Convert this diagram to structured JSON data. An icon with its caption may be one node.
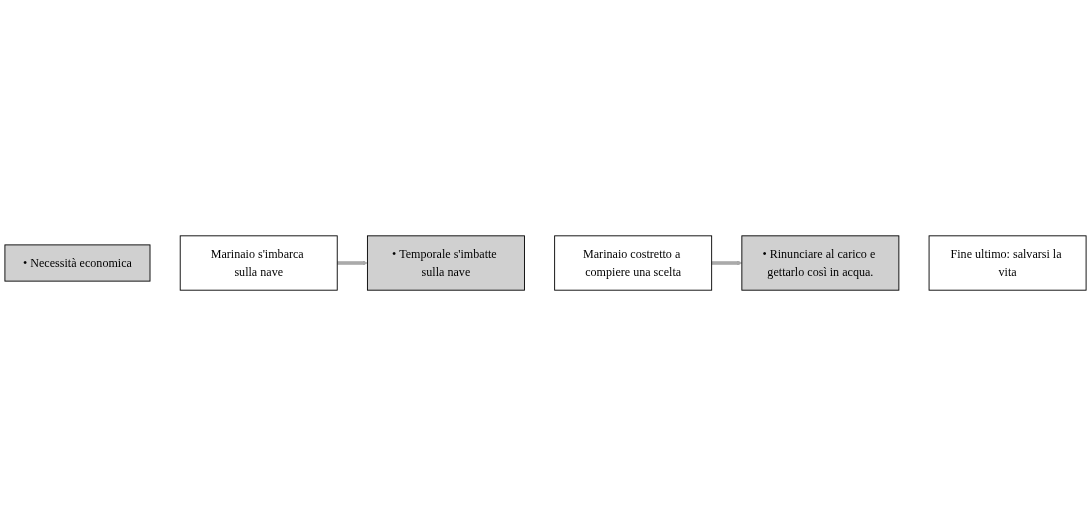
{
  "diagram": {
    "nodes": [
      {
        "text": [
          "• Necessità economica"
        ]
      },
      {
        "text": [
          "Marinaio s'imbarca sulla nave"
        ]
      },
      {
        "text": [
          "• Temporale s'imbatte sulla nave"
        ]
      },
      {
        "text": [
          "Marinaio costretto a compiere una scelta"
        ]
      },
      {
        "text": [
          "• Rinunciare al carico e gettarlo così in acqua."
        ]
      },
      {
        "text": [
          "Fine ultimo: salvarsi la vita"
        ]
      }
    ],
    "edges": [
      {
        "from": 1,
        "to": 2,
        "arrow": "to"
      },
      {
        "from": 3,
        "to": 4,
        "arrow": "to"
      }
    ]
  }
}
